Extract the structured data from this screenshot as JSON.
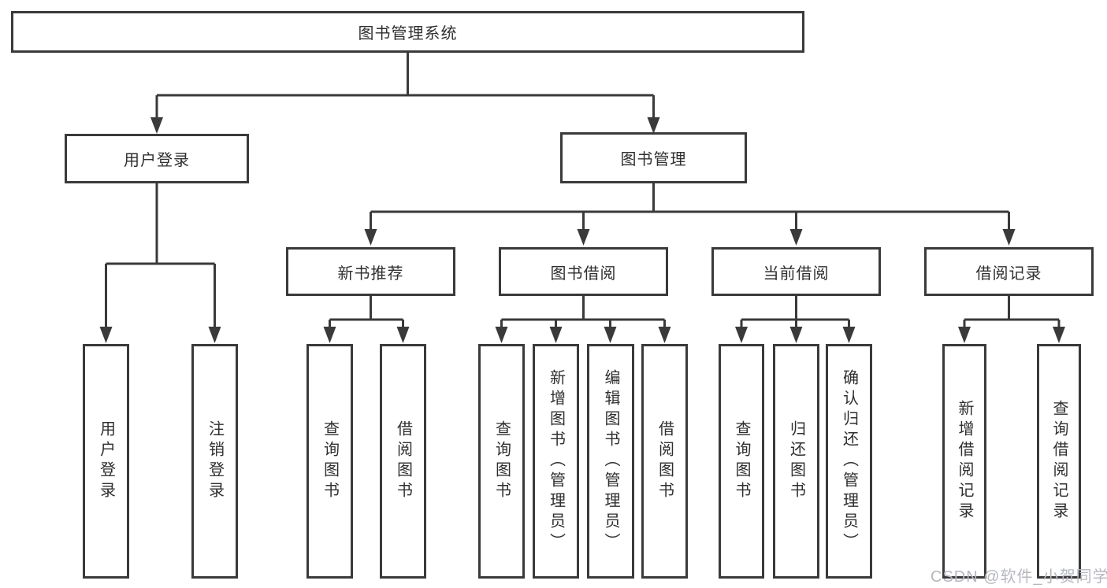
{
  "watermark": "CSDN @软件_小贺同学",
  "colors": {
    "line": "#3a3a3a",
    "text": "#2f2f2f",
    "watermark": "#b4b8bf",
    "background": "#ffffff"
  },
  "tree": {
    "label": "图书管理系统",
    "children": [
      {
        "label": "用户登录",
        "children": [
          {
            "label": "用户登录"
          },
          {
            "label": "注销登录"
          }
        ]
      },
      {
        "label": "图书管理",
        "children": [
          {
            "label": "新书推荐",
            "children": [
              {
                "label": "查询图书"
              },
              {
                "label": "借阅图书"
              }
            ]
          },
          {
            "label": "图书借阅",
            "children": [
              {
                "label": "查询图书"
              },
              {
                "label": "新增图书（管理员）"
              },
              {
                "label": "编辑图书（管理员）"
              },
              {
                "label": "借阅图书"
              }
            ]
          },
          {
            "label": "当前借阅",
            "children": [
              {
                "label": "查询图书"
              },
              {
                "label": "归还图书"
              },
              {
                "label": "确认归还（管理员）"
              }
            ]
          },
          {
            "label": "借阅记录",
            "children": [
              {
                "label": "新增借阅记录"
              },
              {
                "label": "查询借阅记录"
              }
            ]
          }
        ]
      }
    ]
  }
}
